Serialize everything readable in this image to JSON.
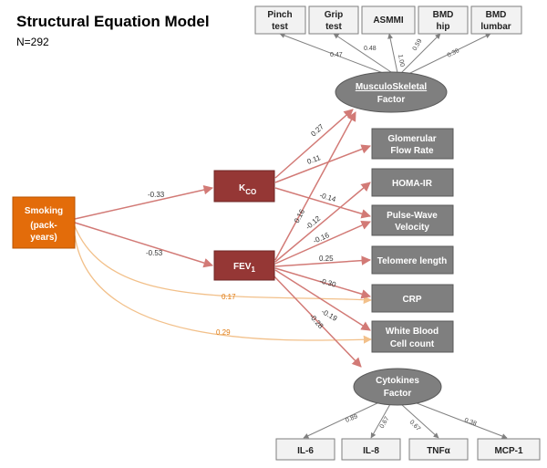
{
  "title": "Structural Equation Model",
  "subtitle": "N=292",
  "colors": {
    "smoking": "#e36c0a",
    "exposure": "#953735",
    "outcome": "#7f7f7f",
    "latent": "#7f7f7f",
    "path_red": "#d99694",
    "path_orange": "#f2c08a",
    "indicator_line": "#808080"
  },
  "nodes": {
    "smoking": {
      "line1": "Smoking",
      "line2": "(pack-",
      "line3": "years)"
    },
    "kco": {
      "main": "K",
      "sub": "CO"
    },
    "fev1": {
      "main": "FEV",
      "sub": "1"
    },
    "musculo": {
      "line1": "MusculoSkeletal",
      "line2": "Factor"
    },
    "cytokines": {
      "line1": "Cytokines",
      "line2": "Factor"
    },
    "outcomes": [
      {
        "line1": "Glomerular",
        "line2": "Flow Rate"
      },
      {
        "line1": "HOMA-IR",
        "line2": ""
      },
      {
        "line1": "Pulse-Wave",
        "line2": "Velocity"
      },
      {
        "line1": "Telomere length",
        "line2": ""
      },
      {
        "line1": "CRP",
        "line2": ""
      },
      {
        "line1": "White Blood",
        "line2": "Cell count"
      }
    ],
    "musculo_indicators": [
      {
        "line1": "Pinch",
        "line2": "test"
      },
      {
        "line1": "Grip",
        "line2": "test"
      },
      {
        "line1": "ASMMI",
        "line2": ""
      },
      {
        "line1": "BMD",
        "line2": "hip"
      },
      {
        "line1": "BMD",
        "line2": "lumbar"
      }
    ],
    "cytokine_indicators": [
      "IL-6",
      "IL-8",
      "TNFα",
      "MCP-1"
    ]
  },
  "coefficients": {
    "smoking_kco": "-0.33",
    "smoking_fev1": "-0.53",
    "smoking_crp": "0.17",
    "smoking_wbc": "0.29",
    "kco_musculo": "0.27",
    "kco_gfr": "0.11",
    "kco_pwv": "-0.14",
    "fev1_musculo": "0.16",
    "fev1_homa": "-0.12",
    "fev1_pwv": "-0.16",
    "fev1_telomere": "0.25",
    "fev1_crp": "-0.30",
    "fev1_wbc": "-0.19",
    "fev1_cytokines": "-0.28",
    "musculo_indicators": [
      "0.47",
      "0.48",
      "1.00",
      "0.59",
      "0.36"
    ],
    "cytokine_indicators": [
      "0.89",
      "0.67",
      "0.67",
      "0.38"
    ]
  }
}
